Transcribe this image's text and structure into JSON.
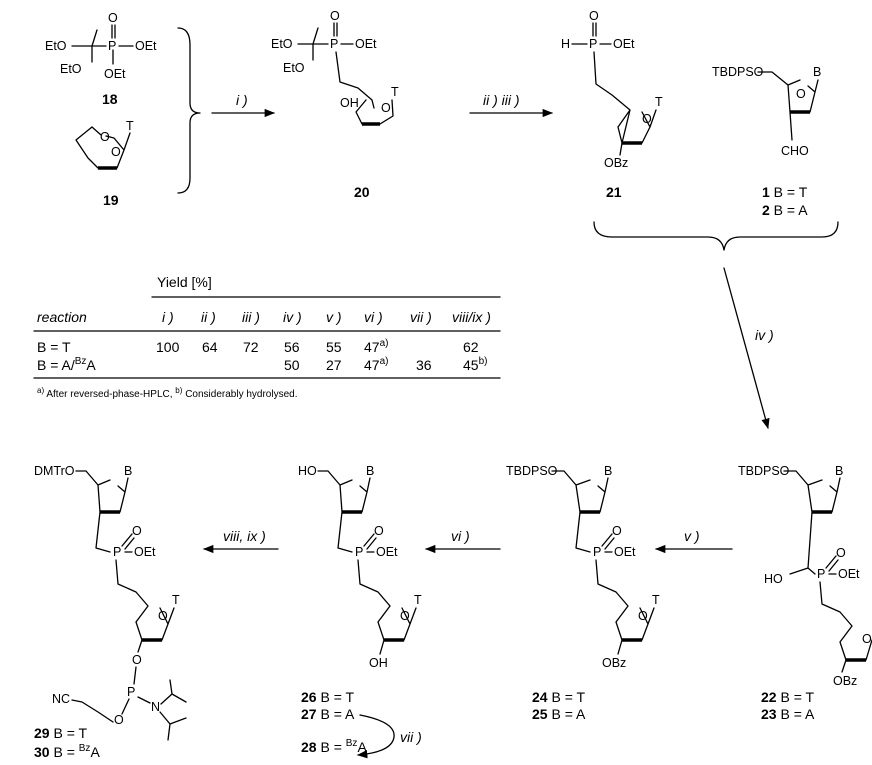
{
  "reagents": {
    "i": "i )",
    "ii_iii": "ii ) iii )",
    "iv": "iv )",
    "v": "v )",
    "vi": "vi )",
    "vii": "vii )",
    "viii_ix": "viii, ix )"
  },
  "compounds": {
    "c18": {
      "num": "18"
    },
    "c19": {
      "num": "19"
    },
    "c20": {
      "num": "20"
    },
    "c21": {
      "num": "21"
    },
    "c1": {
      "num": "1",
      "rest": " B = T"
    },
    "c2": {
      "num": "2",
      "rest": " B = A"
    },
    "c22": {
      "num": "22",
      "rest": " B = T"
    },
    "c23": {
      "num": "23",
      "rest": " B = A"
    },
    "c24": {
      "num": "24",
      "rest": " B = T"
    },
    "c25": {
      "num": "25",
      "rest": " B = A"
    },
    "c26": {
      "num": "26",
      "rest": " B = T"
    },
    "c27": {
      "num": "27",
      "rest": " B = A"
    },
    "c28": {
      "num": "28",
      "pre": " B = ",
      "sup": "Bz",
      "post": "A"
    },
    "c29": {
      "num": "29",
      "rest": " B = T"
    },
    "c30": {
      "num": "30",
      "pre": " B = ",
      "sup": "Bz",
      "post": "A"
    }
  },
  "atoms": {
    "EtO": "EtO",
    "OEt": "OEt",
    "O": "O",
    "P": "P",
    "T": "T",
    "B": "B",
    "OH": "OH",
    "OBz": "OBz",
    "H": "H",
    "TBDPSO": "TBDPSO",
    "CHO": "CHO",
    "HO": "HO",
    "DMTrO": "DMTrO",
    "N": "N",
    "NC": "NC"
  },
  "table": {
    "title": "Yield [%]",
    "header": [
      "reaction",
      "i )",
      "ii )",
      "iii )",
      "iv )",
      "v )",
      "vi )",
      "vii )",
      "viii/ix )"
    ],
    "row1_label": "B = T",
    "row1": {
      "i": "100",
      "ii": "64",
      "iii": "72",
      "iv": "56",
      "v": "55",
      "vi": "47",
      "vi_sup": "a)",
      "viii": "62"
    },
    "row2_label": {
      "pre": "B = A/",
      "sup": "Bz",
      "post": "A"
    },
    "row2": {
      "iv": "50",
      "v": "27",
      "vi": "47",
      "vi_sup": "a)",
      "vii": "36",
      "viii": "45",
      "viii_sup": "b)"
    },
    "footnote": {
      "a_sup": "a)",
      "a": " After reversed-phase-HPLC, ",
      "b_sup": "b)",
      "b": " Considerably hydrolysed."
    }
  }
}
